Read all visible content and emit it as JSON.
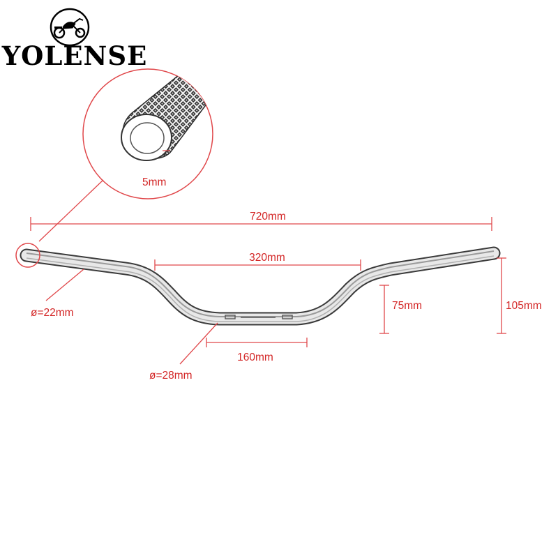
{
  "brand": {
    "name": "YOLENSE",
    "logo_icon": "motorcycle-icon"
  },
  "colors": {
    "dimension": "#d32626",
    "bar_metal": "#9a9a9a",
    "brand_text": "#000000"
  },
  "detail_callout": {
    "icon": "knurled-bar-end-icon",
    "label": "5mm"
  },
  "dimensions": {
    "overall_width": "720mm",
    "grip_span": "320mm",
    "clamp_width": "160mm",
    "rise_inner": "75mm",
    "rise_total": "105mm",
    "grip_diameter": "ø=22mm",
    "clamp_diameter": "ø=28mm"
  }
}
